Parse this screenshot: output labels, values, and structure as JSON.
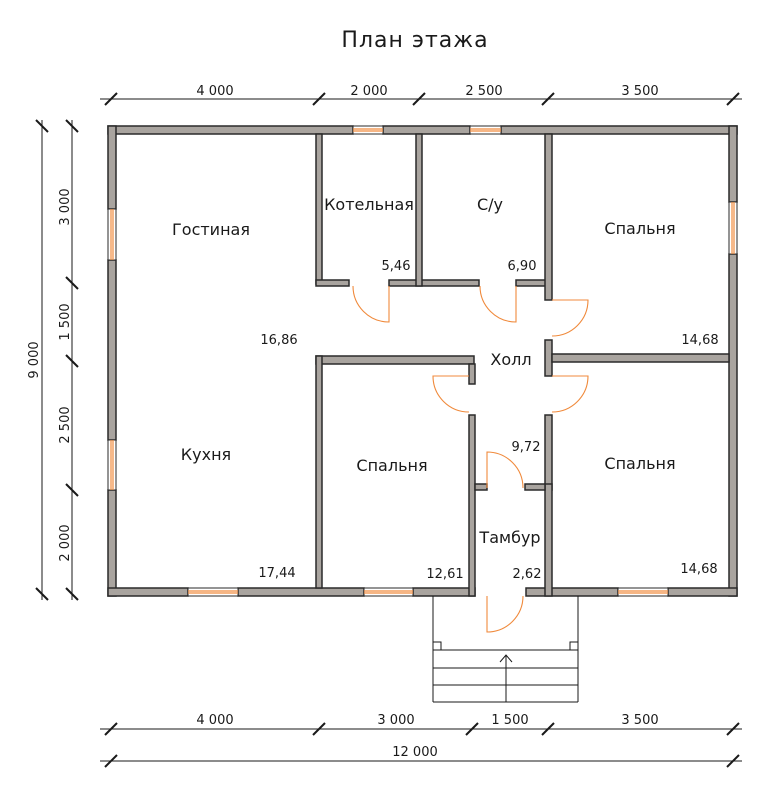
{
  "title": "План этажа",
  "rooms": [
    {
      "id": "living",
      "name": "Гостиная",
      "area": "16,86"
    },
    {
      "id": "boiler",
      "name": "Котельная",
      "area": "5,46"
    },
    {
      "id": "wc",
      "name": "С/у",
      "area": "6,90"
    },
    {
      "id": "bedroom-ne",
      "name": "Спальня",
      "area": "14,68"
    },
    {
      "id": "hall",
      "name": "Холл",
      "area": "9,72"
    },
    {
      "id": "kitchen",
      "name": "Кухня",
      "area": "17,44"
    },
    {
      "id": "bedroom-s",
      "name": "Спальня",
      "area": "12,61"
    },
    {
      "id": "vestibule",
      "name": "Тамбур",
      "area": "2,62"
    },
    {
      "id": "bedroom-se",
      "name": "Спальня",
      "area": "14,68"
    }
  ],
  "dimensions": {
    "top": [
      "4 000",
      "2 000",
      "2 500",
      "3 500"
    ],
    "bottom": [
      "4 000",
      "3 000",
      "1 500",
      "3 500"
    ],
    "total": "12 000",
    "left": [
      "3 000",
      "1 500",
      "2 500",
      "2 000"
    ],
    "left_total": "9 000"
  },
  "colors": {
    "wall": "#a9a49f",
    "opening": "#f08a3c",
    "line": "#1a1a1a"
  }
}
